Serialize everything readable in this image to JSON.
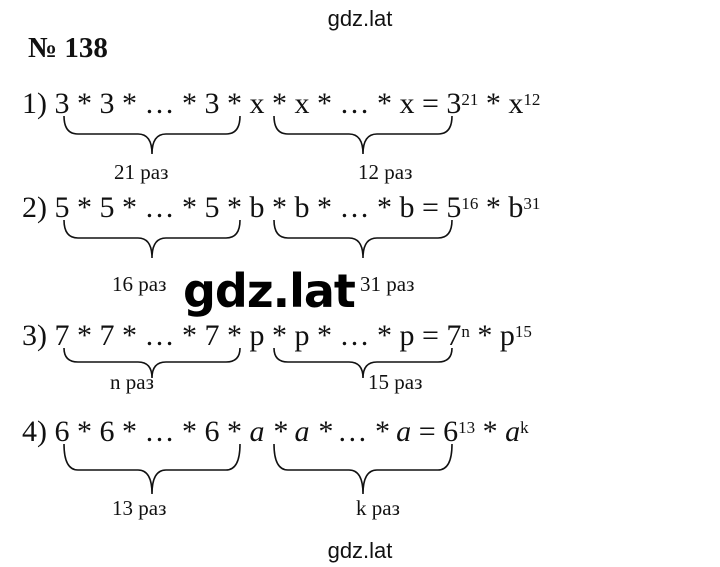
{
  "watermark": {
    "top": "gdz.lat",
    "center": "gdz.lat",
    "bottom": "gdz.lat"
  },
  "title": "№ 138",
  "equations": [
    {
      "num": "1)",
      "left": "3 * 3 * … * 3 *",
      "right": "x * x * … * x",
      "eq": "=",
      "res_base1": "3",
      "res_exp1": "21",
      "res_op": "*",
      "res_base2": "x",
      "res_exp2": "12",
      "cap1": "21 раз",
      "cap2": "12 раз"
    },
    {
      "num": "2)",
      "left": "5 * 5 * … * 5 *",
      "right": "b * b * … * b",
      "eq": "=",
      "res_base1": "5",
      "res_exp1": "16",
      "res_op": "*",
      "res_base2": "b",
      "res_exp2": "31",
      "cap1": "16 раз",
      "cap2": "31 раз"
    },
    {
      "num": "3)",
      "left": "7 * 7 * … * 7 *",
      "right": "p * p * … * p",
      "eq": "=",
      "res_base1": "7",
      "res_exp1": "n",
      "res_op": "*",
      "res_base2": "p",
      "res_exp2": "15",
      "cap1": "n раз",
      "cap2": "15 раз"
    },
    {
      "num": "4)",
      "left": "6 * 6 * … * 6 *",
      "right": "a * a * … * a",
      "eq": "=",
      "res_base1": "6",
      "res_exp1": "13",
      "res_op": "*",
      "res_base2": "a",
      "res_exp2": "k",
      "cap1": "13 раз",
      "cap2": "k раз"
    }
  ]
}
